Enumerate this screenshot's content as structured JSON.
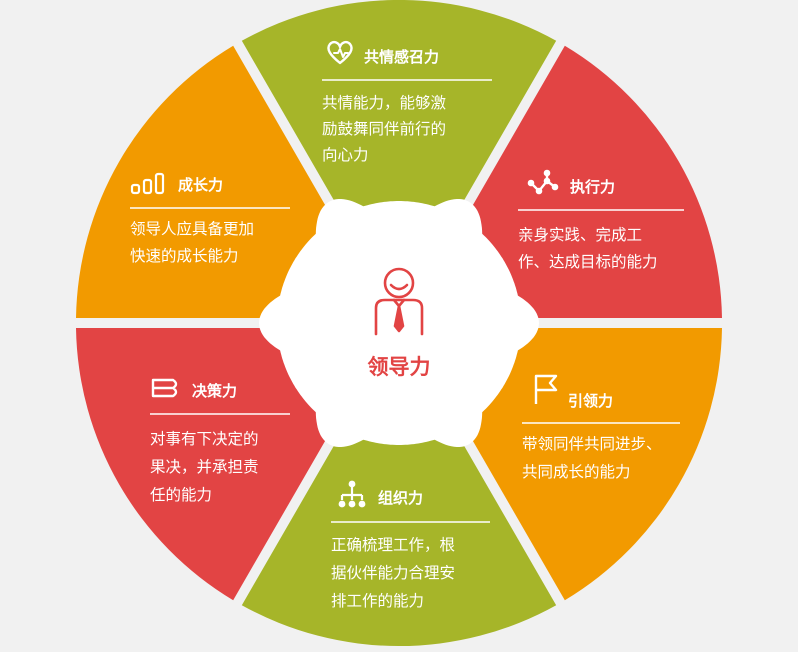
{
  "center": {
    "label": "领导力",
    "icon": "leader-icon"
  },
  "segments": [
    {
      "id": "empathy",
      "title": "共情感召力",
      "icon": "heart-icon",
      "color": "#a6b529",
      "lines": [
        "共情能力，能够激",
        "励鼓舞同伴前行的",
        "向心力"
      ]
    },
    {
      "id": "execution",
      "title": "执行力",
      "icon": "network-icon",
      "color": "#e24444",
      "lines": [
        "亲身实践、完成工",
        "作、达成目标的能力"
      ]
    },
    {
      "id": "guidance",
      "title": "引领力",
      "icon": "flag-icon",
      "color": "#f29a00",
      "lines": [
        "带领同伴共同进步、",
        "共同成长的能力"
      ]
    },
    {
      "id": "organize",
      "title": "组织力",
      "icon": "org-chart-icon",
      "color": "#a6b529",
      "lines": [
        "正确梳理工作，根",
        "据伙伴能力合理安",
        "排工作的能力"
      ]
    },
    {
      "id": "decision",
      "title": "决策力",
      "icon": "decision-icon",
      "color": "#e24444",
      "lines": [
        "对事有下决定的",
        "果决，并承担责",
        "任的能力"
      ]
    },
    {
      "id": "growth",
      "title": "成长力",
      "icon": "bar-growth-icon",
      "color": "#f29a00",
      "lines": [
        "领导人应具备更加",
        "快速的成长能力"
      ]
    }
  ],
  "colors": {
    "center_accent": "#e24444",
    "center_bg": "#ffffff",
    "text_on_segment": "#ffffff"
  }
}
